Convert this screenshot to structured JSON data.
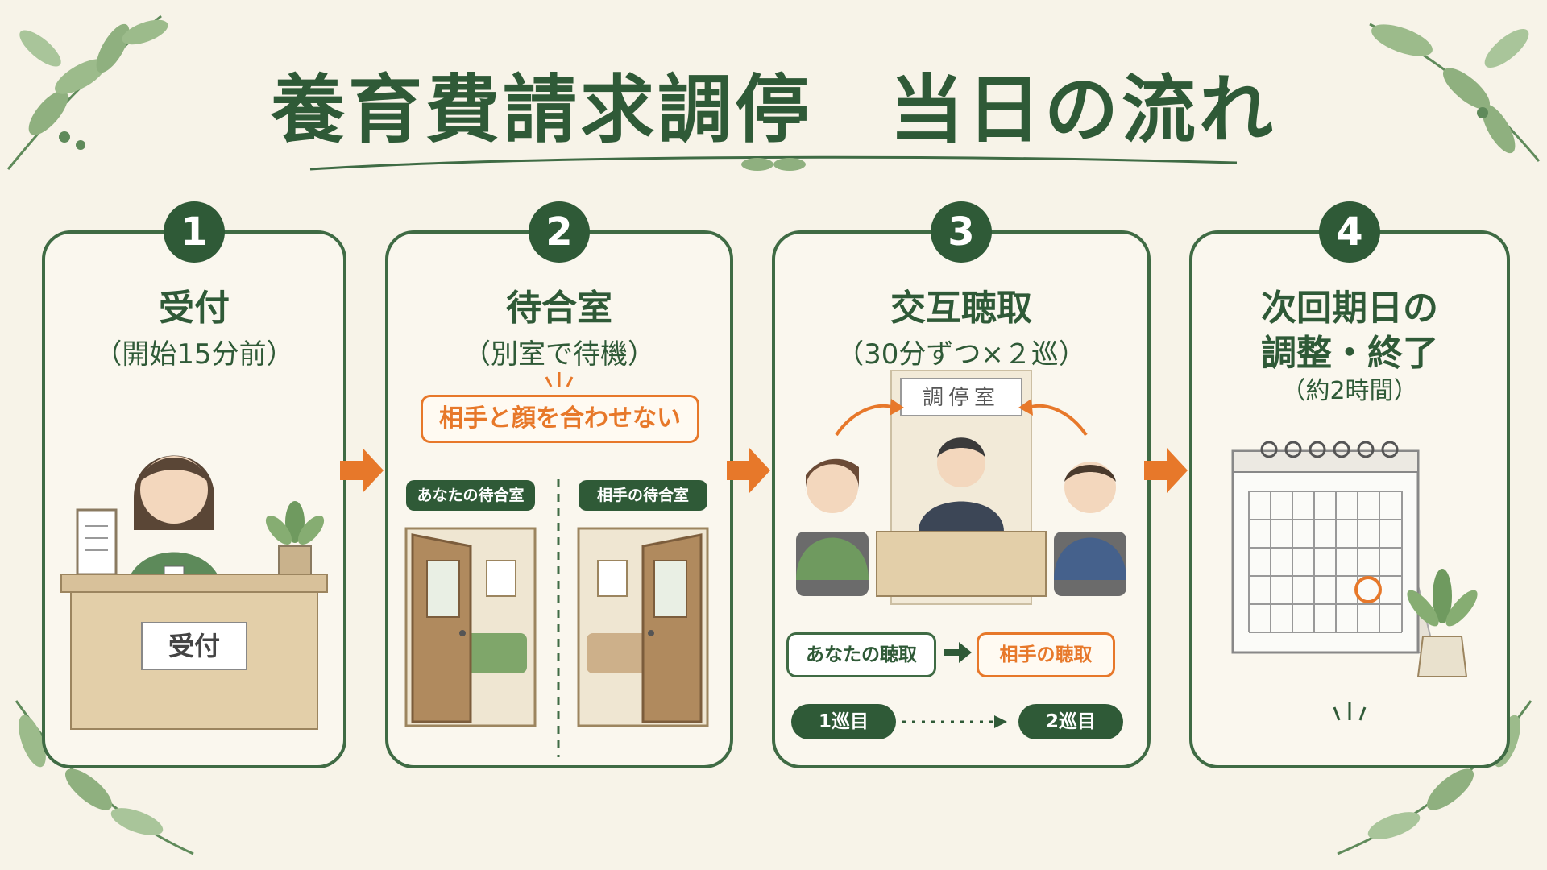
{
  "title": "養育費請求調停　当日の流れ",
  "steps": [
    {
      "number": "1",
      "title": "受付",
      "subtitle": "（開始15分前）",
      "desk_sign": "受付"
    },
    {
      "number": "2",
      "title": "待合室",
      "subtitle": "（別室で待機）",
      "callout": "相手と顔を合わせない",
      "room_left": "あなたの待合室",
      "room_right": "相手の待合室"
    },
    {
      "number": "3",
      "title": "交互聴取",
      "subtitle": "（30分ずつ×２巡）",
      "room_sign": "調停室",
      "hearing_you": "あなたの聴取",
      "hearing_other": "相手の聴取",
      "round1": "1巡目",
      "round2": "2巡目"
    },
    {
      "number": "4",
      "title_line1": "次回期日の",
      "title_line2": "調整・終了",
      "subtitle": "（約2時間）"
    }
  ],
  "colors": {
    "green": "#2f5a37",
    "orange": "#e7782a",
    "background": "#f7f3e8"
  },
  "icons": [
    "leaf-decoration-icon",
    "arrow-right-icon",
    "calendar-icon",
    "door-icon",
    "plant-icon"
  ]
}
